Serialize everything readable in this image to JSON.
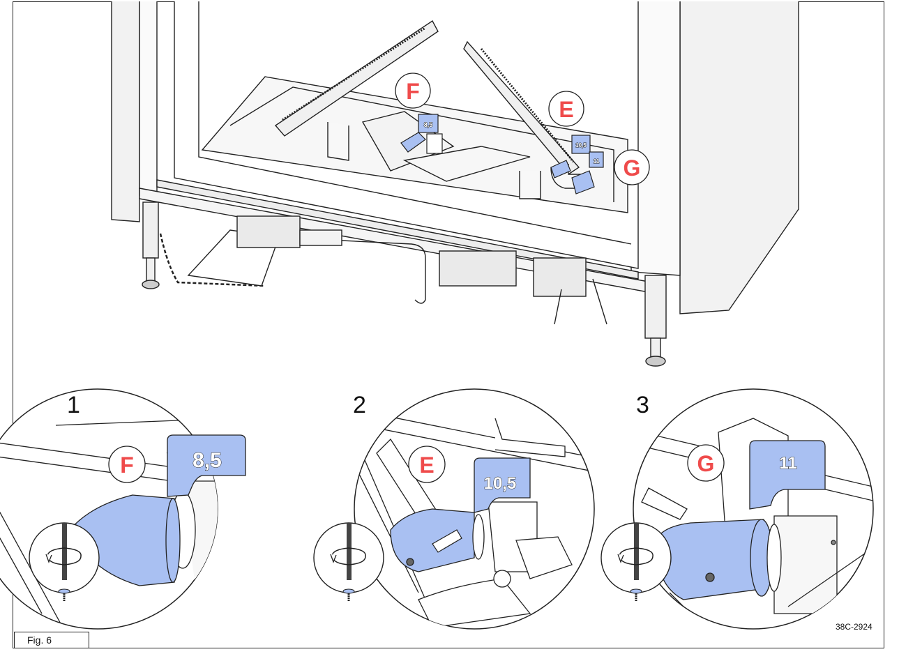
{
  "figure": {
    "label": "Fig. 6",
    "reference_code": "38C-2924"
  },
  "overview_callouts": [
    {
      "letter": "F",
      "tag": "8,5"
    },
    {
      "letter": "E",
      "tag": "10,5"
    },
    {
      "letter": "G",
      "tag": "11"
    }
  ],
  "steps": [
    {
      "number": "1",
      "callout": "F",
      "tag": "8,5"
    },
    {
      "number": "2",
      "callout": "E",
      "tag": "10,5"
    },
    {
      "number": "3",
      "callout": "G",
      "tag": "11"
    }
  ],
  "colors": {
    "callout": "#ef4b4b",
    "highlight": "#a9c0f2",
    "line": "#222222"
  },
  "icons": [
    "screwdriver-rotate-icon"
  ]
}
